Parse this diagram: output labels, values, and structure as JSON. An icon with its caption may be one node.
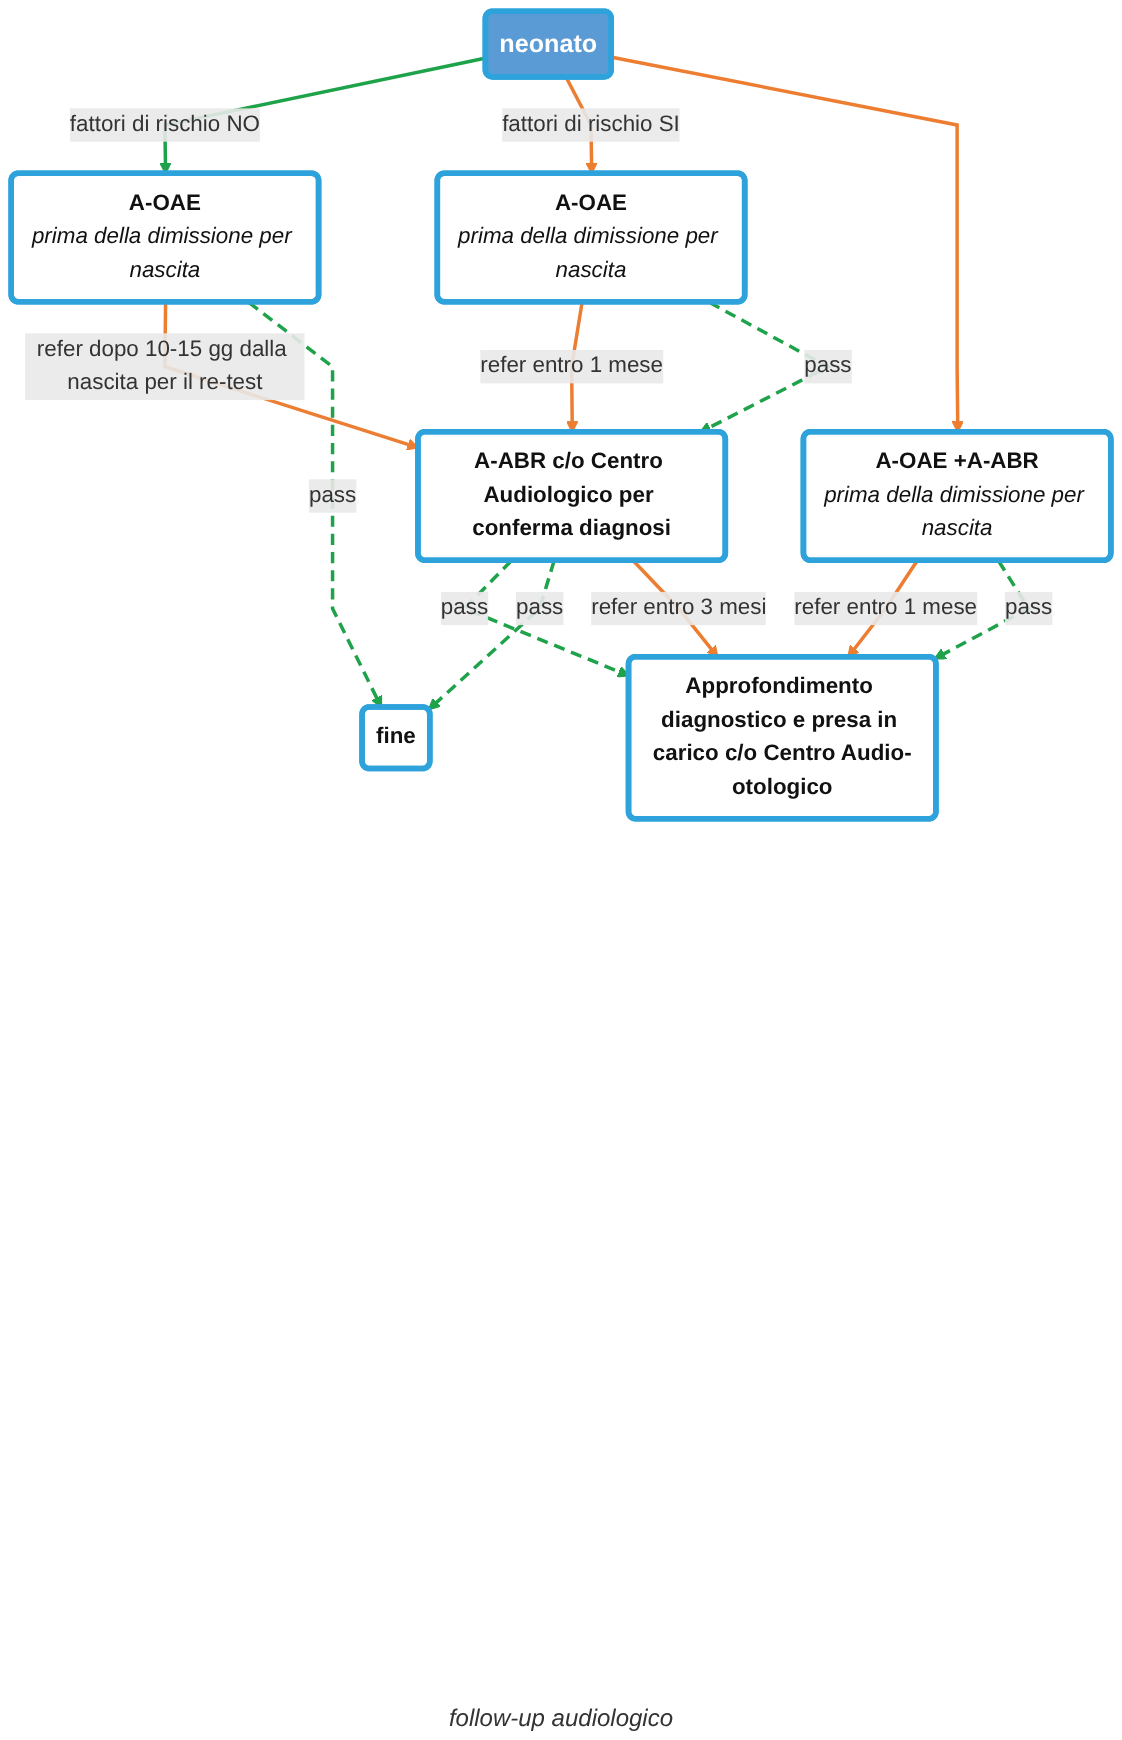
{
  "diagram": {
    "nodes": [
      {
        "text": [
          "neonato"
        ]
      },
      {
        "text": [
          "A-OAE",
          "prima della dimissione per nascita"
        ]
      },
      {
        "text": [
          "A-OAE",
          "prima della dimissione per nascita"
        ]
      },
      {
        "text": [
          "A-OAE +A-ABR",
          "prima della dimissione per nascita"
        ]
      },
      {
        "text": [
          "A-ABR c/o Centro Audiologico per conferma diagnosi"
        ]
      },
      {
        "text": [
          "Approfondimento diagnostico e presa in carico c/o Centro Audio-otologico"
        ]
      },
      {
        "text": [
          "fine"
        ]
      }
    ],
    "edges": [
      {
        "from": 0,
        "to": 1,
        "arrow": "to",
        "label": "fattori di rischio NO",
        "color": "#1ea24a"
      },
      {
        "from": 0,
        "to": 2,
        "arrow": "to",
        "label": "fattori di rischio SI",
        "color": "#ed7d31"
      },
      {
        "from": 0,
        "to": 3,
        "arrow": "to",
        "color": "#ed7d31"
      },
      {
        "from": 1,
        "to": 4,
        "arrow": "to",
        "label": "refer dopo 10-15 gg dalla nascita per il re-test",
        "color": "#ed7d31"
      },
      {
        "from": 1,
        "to": 6,
        "arrow": "to",
        "label": "pass",
        "style": "dashed",
        "color": "#1ea24a"
      },
      {
        "from": 2,
        "to": 4,
        "arrow": "to",
        "label": "refer entro 1 mese",
        "color": "#ed7d31"
      },
      {
        "from": 2,
        "to": 4,
        "arrow": "to",
        "label": "pass",
        "style": "dashed",
        "color": "#1ea24a"
      },
      {
        "from": 3,
        "to": 5,
        "arrow": "to",
        "label": "refer entro 1 mese",
        "color": "#ed7d31"
      },
      {
        "from": 3,
        "to": 5,
        "arrow": "to",
        "label": "pass",
        "style": "dashed",
        "color": "#1ea24a"
      },
      {
        "from": 4,
        "to": 5,
        "arrow": "to",
        "label": "pass",
        "style": "dashed",
        "color": "#1ea24a"
      },
      {
        "from": 4,
        "to": 6,
        "arrow": "to",
        "label": "pass",
        "style": "dashed",
        "color": "#1ea24a"
      },
      {
        "from": 4,
        "to": 5,
        "arrow": "to",
        "label": "refer entro 3 mesi",
        "color": "#ed7d31"
      }
    ],
    "labels": [
      "follow-up audiologico"
    ]
  }
}
